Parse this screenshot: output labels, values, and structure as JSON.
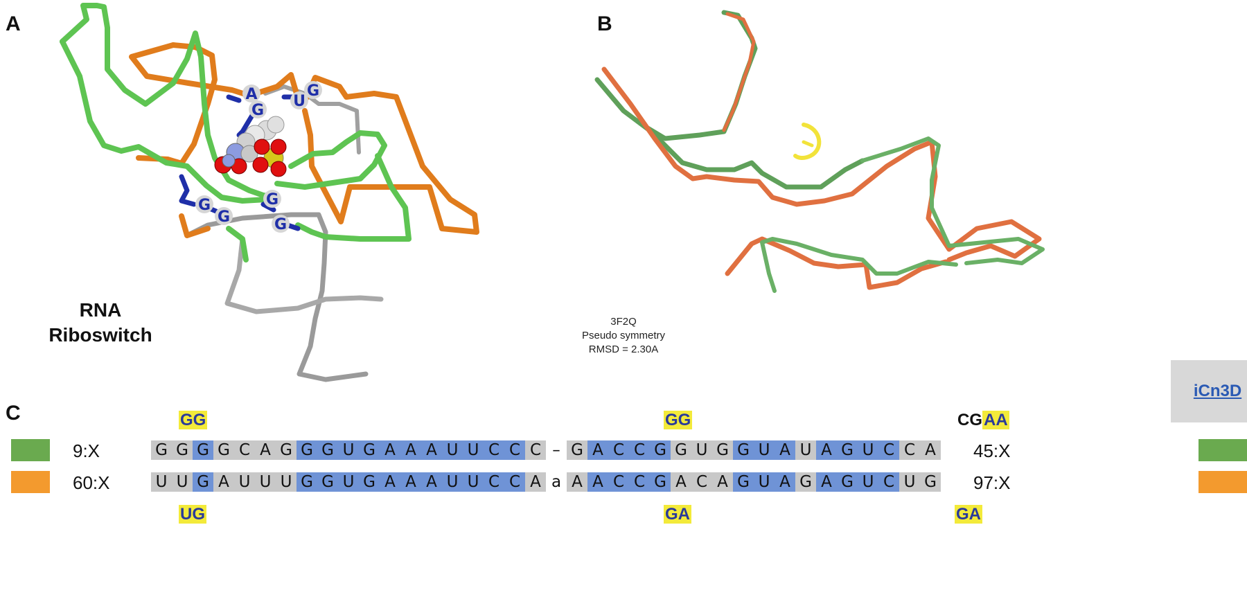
{
  "panels": {
    "a": {
      "letter": "A",
      "caption_line1": "RNA",
      "caption_line2": "Riboswitch",
      "nucleotide_labels": [
        "A",
        "G",
        "U",
        "G",
        "G",
        "G",
        "G",
        "G"
      ]
    },
    "b": {
      "letter": "B",
      "pdb_id": "3F2Q",
      "symmetry": "Pseudo symmetry",
      "rmsd": "RMSD = 2.30A",
      "link": "iCn3D"
    },
    "c": {
      "letter": "C"
    }
  },
  "colors": {
    "green": "#5ec452",
    "orange": "#e07c1c",
    "gray": "#9a9a9a",
    "blue_stick": "#1f2fa8",
    "swatch_green": "#6aaa4f",
    "swatch_orange": "#f39a2e",
    "highlight_yellow": "#f3ea3a",
    "cell_gray": "#c8c8c8",
    "cell_blue": "#6f93d6",
    "sphere_red": "#e01010",
    "sphere_yellow": "#d6c81a",
    "sphere_white": "#dcdcdc",
    "sphere_blue": "#8c9be0",
    "icn_bg": "#d8d8d8",
    "ligand_yellow": "#f2e33a"
  },
  "alignment": {
    "row1": {
      "label_left": "9:X",
      "label_right": "45:X",
      "cells": [
        {
          "c": "G",
          "s": "gray"
        },
        {
          "c": "G",
          "s": "gray"
        },
        {
          "c": "G",
          "s": "blue"
        },
        {
          "c": "G",
          "s": "gray"
        },
        {
          "c": "C",
          "s": "gray"
        },
        {
          "c": "A",
          "s": "gray"
        },
        {
          "c": "G",
          "s": "gray"
        },
        {
          "c": "G",
          "s": "blue"
        },
        {
          "c": "G",
          "s": "blue"
        },
        {
          "c": "U",
          "s": "blue"
        },
        {
          "c": "G",
          "s": "blue"
        },
        {
          "c": "A",
          "s": "blue"
        },
        {
          "c": "A",
          "s": "blue"
        },
        {
          "c": "A",
          "s": "blue"
        },
        {
          "c": "U",
          "s": "blue"
        },
        {
          "c": "U",
          "s": "blue"
        },
        {
          "c": "C",
          "s": "blue"
        },
        {
          "c": "C",
          "s": "blue"
        },
        {
          "c": "C",
          "s": "gray"
        },
        {
          "c": "–",
          "s": "gap"
        },
        {
          "c": "G",
          "s": "gray"
        },
        {
          "c": "A",
          "s": "blue"
        },
        {
          "c": "C",
          "s": "blue"
        },
        {
          "c": "C",
          "s": "blue"
        },
        {
          "c": "G",
          "s": "blue"
        },
        {
          "c": "G",
          "s": "gray"
        },
        {
          "c": "U",
          "s": "gray"
        },
        {
          "c": "G",
          "s": "gray"
        },
        {
          "c": "G",
          "s": "blue"
        },
        {
          "c": "U",
          "s": "blue"
        },
        {
          "c": "A",
          "s": "blue"
        },
        {
          "c": "U",
          "s": "gray"
        },
        {
          "c": "A",
          "s": "blue"
        },
        {
          "c": "G",
          "s": "blue"
        },
        {
          "c": "U",
          "s": "blue"
        },
        {
          "c": "C",
          "s": "blue"
        },
        {
          "c": "C",
          "s": "gray"
        },
        {
          "c": "A",
          "s": "gray"
        }
      ]
    },
    "row2": {
      "label_left": "60:X",
      "label_right": "97:X",
      "cells": [
        {
          "c": "U",
          "s": "gray"
        },
        {
          "c": "U",
          "s": "gray"
        },
        {
          "c": "G",
          "s": "blue"
        },
        {
          "c": "A",
          "s": "gray"
        },
        {
          "c": "U",
          "s": "gray"
        },
        {
          "c": "U",
          "s": "gray"
        },
        {
          "c": "U",
          "s": "gray"
        },
        {
          "c": "G",
          "s": "blue"
        },
        {
          "c": "G",
          "s": "blue"
        },
        {
          "c": "U",
          "s": "blue"
        },
        {
          "c": "G",
          "s": "blue"
        },
        {
          "c": "A",
          "s": "blue"
        },
        {
          "c": "A",
          "s": "blue"
        },
        {
          "c": "A",
          "s": "blue"
        },
        {
          "c": "U",
          "s": "blue"
        },
        {
          "c": "U",
          "s": "blue"
        },
        {
          "c": "C",
          "s": "blue"
        },
        {
          "c": "C",
          "s": "blue"
        },
        {
          "c": "A",
          "s": "gray"
        },
        {
          "c": "a",
          "s": "gap"
        },
        {
          "c": "A",
          "s": "gray"
        },
        {
          "c": "A",
          "s": "blue"
        },
        {
          "c": "C",
          "s": "blue"
        },
        {
          "c": "C",
          "s": "blue"
        },
        {
          "c": "G",
          "s": "blue"
        },
        {
          "c": "A",
          "s": "gray"
        },
        {
          "c": "C",
          "s": "gray"
        },
        {
          "c": "A",
          "s": "gray"
        },
        {
          "c": "G",
          "s": "blue"
        },
        {
          "c": "U",
          "s": "blue"
        },
        {
          "c": "A",
          "s": "blue"
        },
        {
          "c": "G",
          "s": "gray"
        },
        {
          "c": "A",
          "s": "blue"
        },
        {
          "c": "G",
          "s": "blue"
        },
        {
          "c": "U",
          "s": "blue"
        },
        {
          "c": "C",
          "s": "blue"
        },
        {
          "c": "U",
          "s": "gray"
        },
        {
          "c": "G",
          "s": "gray"
        }
      ]
    },
    "top_annotations": {
      "a1": "GG",
      "a2": "GG",
      "a3_plain": "CG",
      "a3_hl": "AA"
    },
    "bottom_annotations": {
      "b1": "UG",
      "b2": "GA",
      "b3": "GA"
    }
  }
}
